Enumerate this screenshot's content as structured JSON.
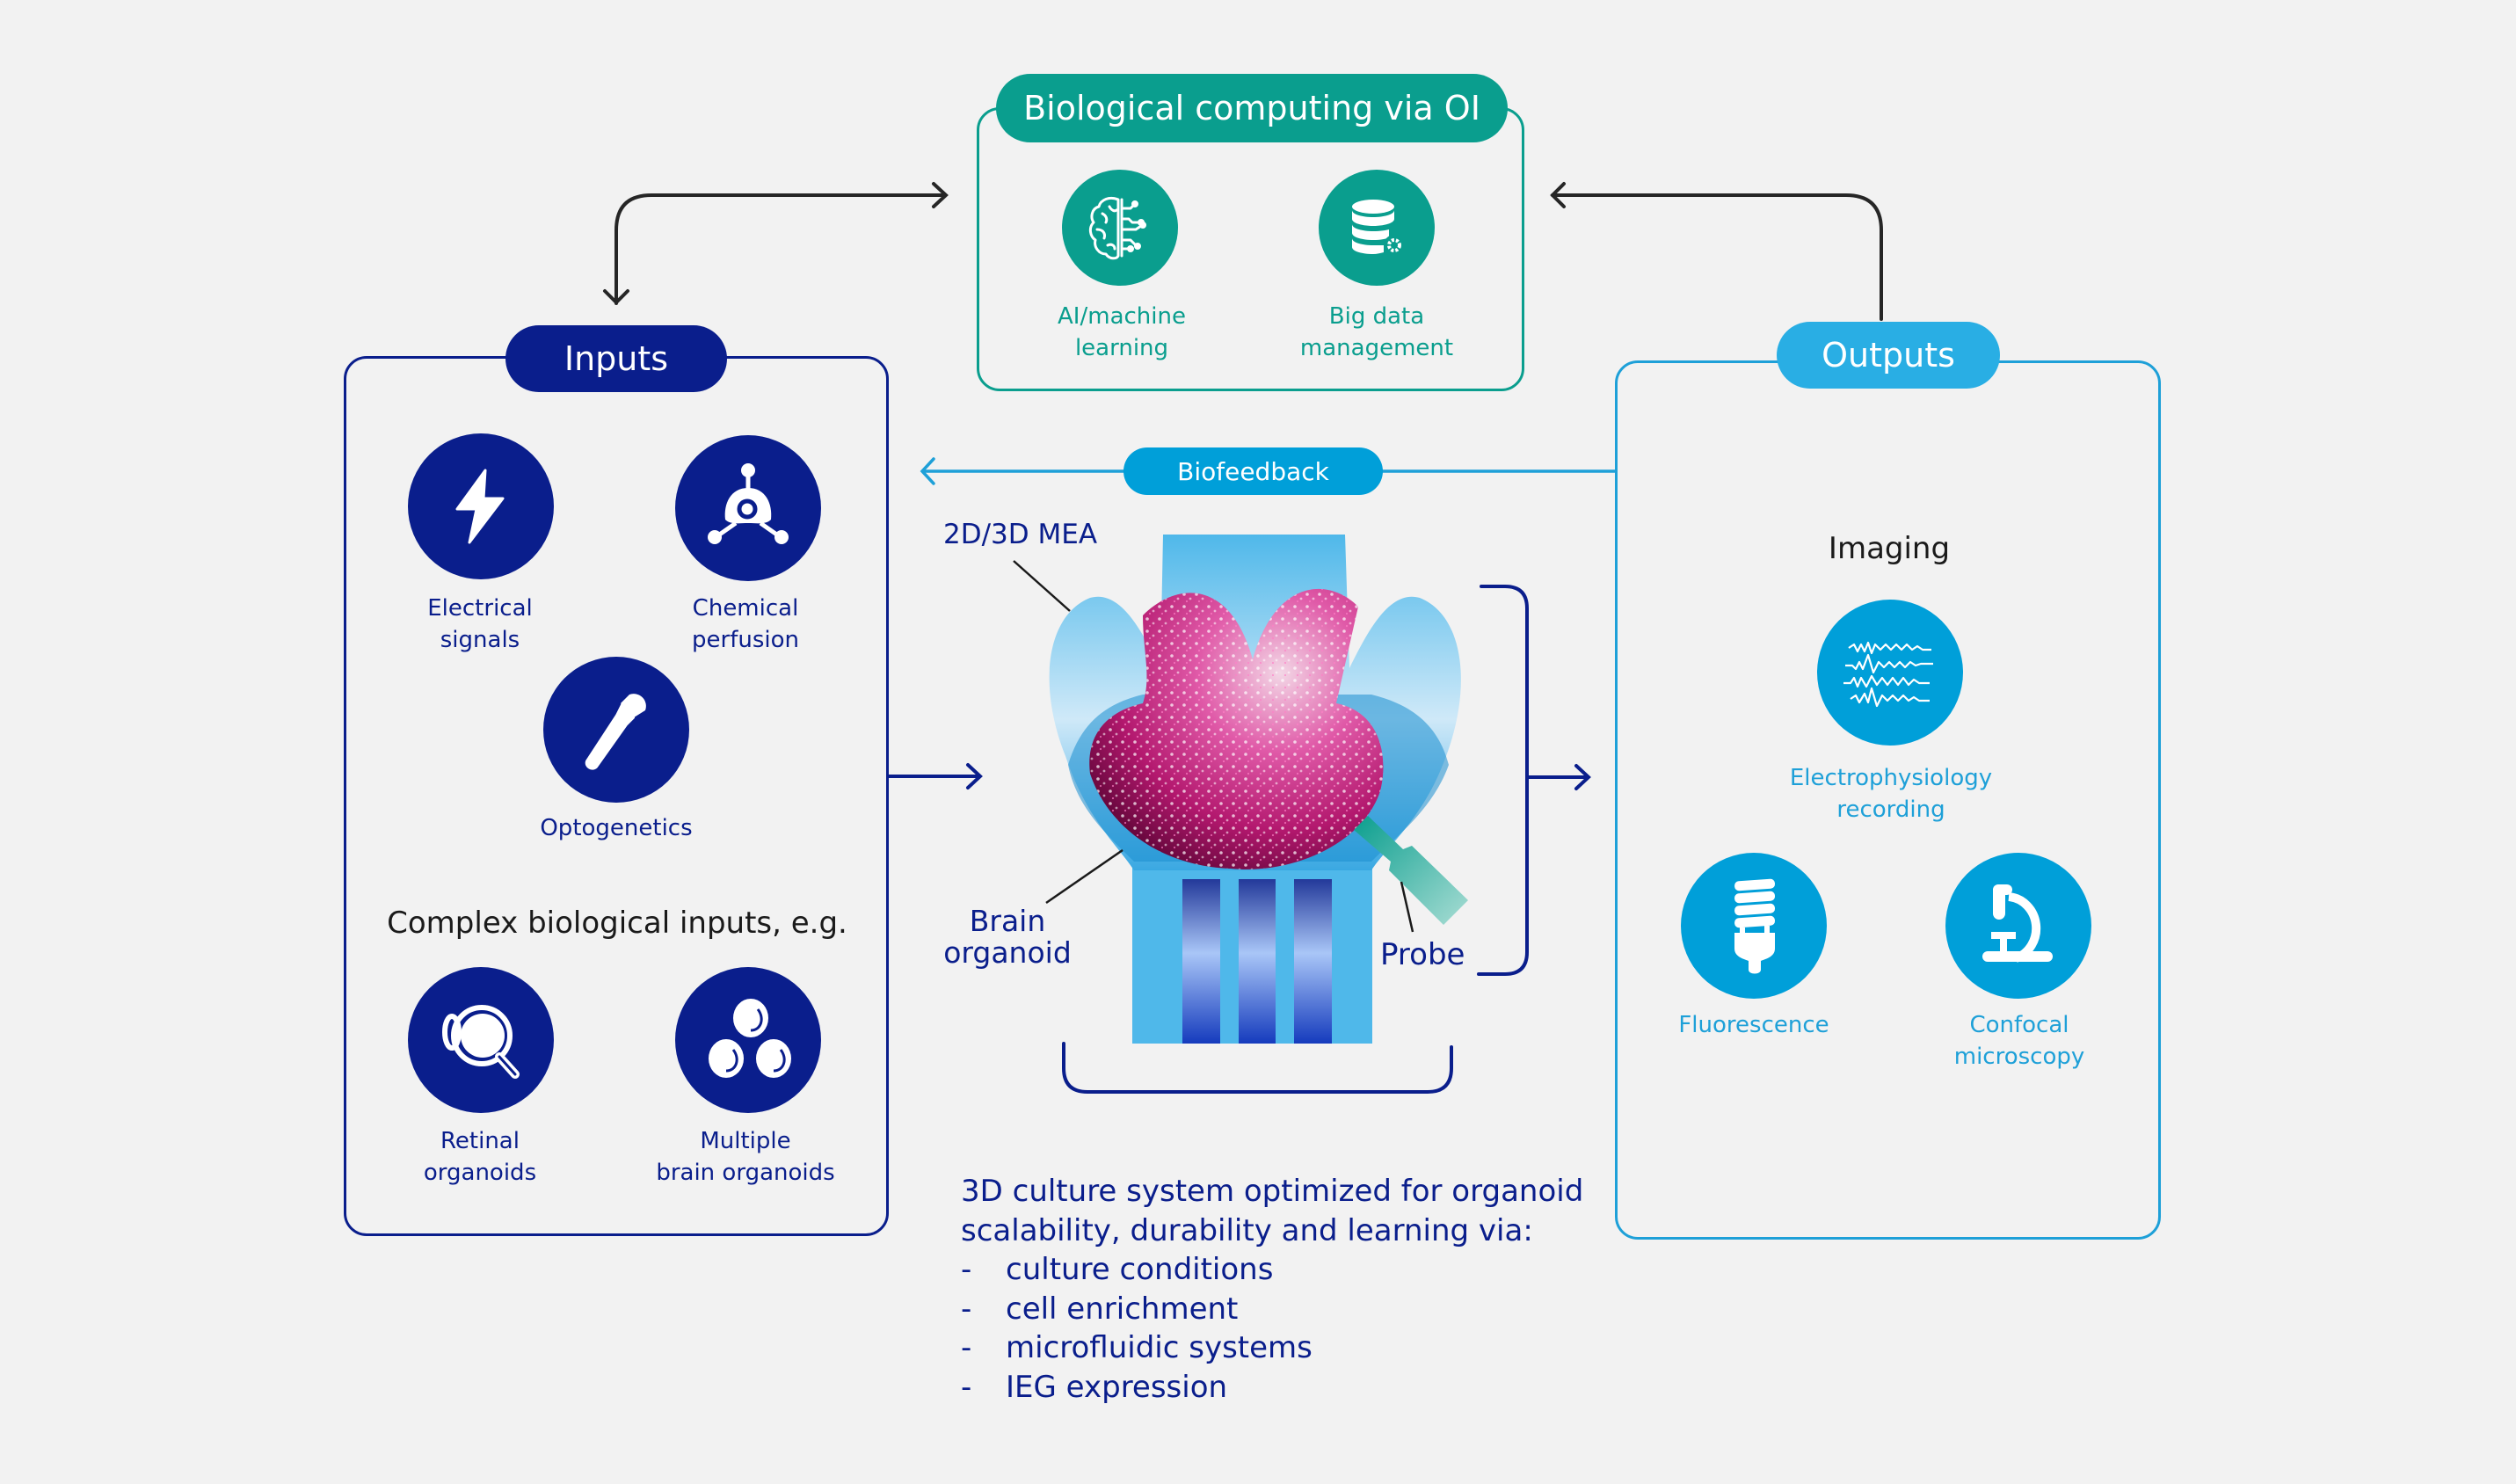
{
  "top_panel": {
    "title": "Biological computing via OI",
    "items": [
      {
        "icon": "brain-circuit-icon",
        "line1": "AI/machine",
        "line2": "learning"
      },
      {
        "icon": "database-gear-icon",
        "line1": "Big data",
        "line2": "management"
      }
    ]
  },
  "inputs": {
    "title": "Inputs",
    "items": [
      {
        "icon": "lightning-bolt-icon",
        "line1": "Electrical",
        "line2": "signals"
      },
      {
        "icon": "molecule-icon",
        "line1": "Chemical",
        "line2": "perfusion"
      },
      {
        "icon": "flashlight-icon",
        "line1": "Optogenetics",
        "line2": ""
      }
    ],
    "complex_heading": "Complex biological inputs, e.g.",
    "complex_items": [
      {
        "icon": "eye-icon",
        "line1": "Retinal",
        "line2": "organoids"
      },
      {
        "icon": "cells-icon",
        "line1": "Multiple",
        "line2": "brain organoids"
      }
    ]
  },
  "outputs": {
    "title": "Outputs",
    "imaging_heading": "Imaging",
    "items": [
      {
        "icon": "waveform-icon",
        "line1": "Electrophysiology",
        "line2": "recording"
      },
      {
        "icon": "bulb-icon",
        "line1": "Fluorescence",
        "line2": ""
      },
      {
        "icon": "microscope-icon",
        "line1": "Confocal",
        "line2": "microscopy"
      }
    ]
  },
  "center": {
    "biofeedback_label": "Biofeedback",
    "mea_label": "2D/3D MEA",
    "organoid_label_1": "Brain",
    "organoid_label_2": "organoid",
    "probe_label": "Probe"
  },
  "description": {
    "intro_1": "3D culture system optimized for organoid",
    "intro_2": "scalability, durability and learning via:",
    "bullet_marker": "-",
    "bullets": [
      "culture conditions",
      "cell enrichment",
      "microfluidic systems",
      "IEG expression"
    ]
  },
  "colors": {
    "navy": "#0a1e8c",
    "teal": "#0a9e8e",
    "sky": "#1ea0d8",
    "outputs_pill": "#29aee4",
    "background": "#f2f2f2"
  }
}
